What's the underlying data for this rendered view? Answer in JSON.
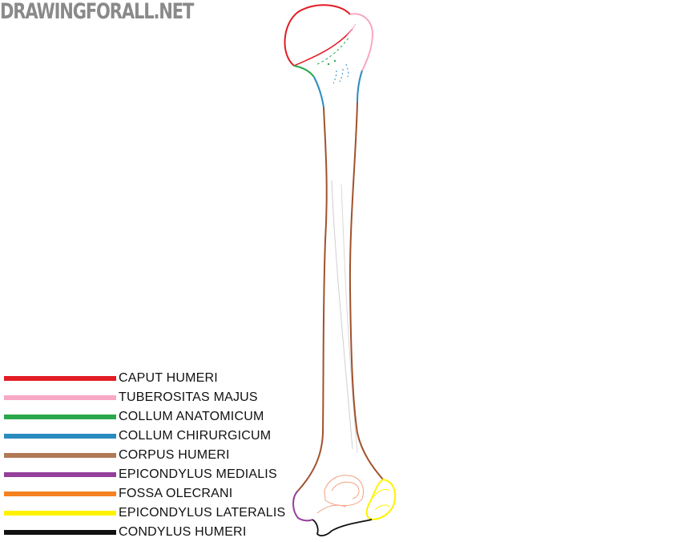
{
  "watermark": "DRAWINGFORALL.NET",
  "legend": [
    {
      "label": "CAPUT HUMERI",
      "color": "#e31b23"
    },
    {
      "label": "TUBEROSITAS MAJUS",
      "color": "#f7a8c4"
    },
    {
      "label": "COLLUM ANATOMICUM",
      "color": "#2aa84a"
    },
    {
      "label": "COLLUM CHIRURGICUM",
      "color": "#2a8bbf"
    },
    {
      "label": "CORPUS HUMERI",
      "color": "#b07a55"
    },
    {
      "label": "EPICONDYLUS MEDIALIS",
      "color": "#93409b"
    },
    {
      "label": "FOSSA OLECRANI",
      "color": "#f58220"
    },
    {
      "label": "EPICONDYLUS LATERALIS",
      "color": "#fff200"
    },
    {
      "label": "CONDYLUS HUMERI",
      "color": "#111111"
    }
  ]
}
